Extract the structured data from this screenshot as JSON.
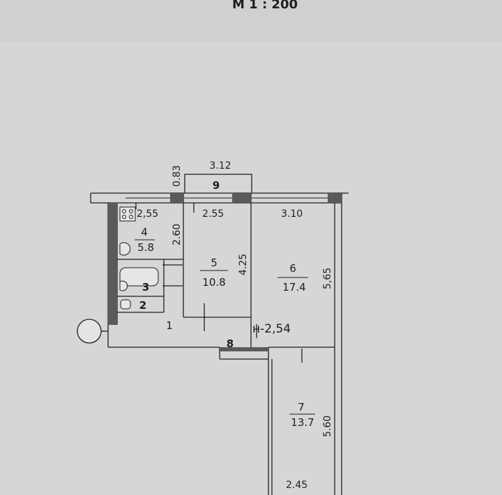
{
  "header": {
    "scale": "М 1 : 200"
  },
  "balcony": {
    "number": "9",
    "length": "3.12",
    "depth": "0.83"
  },
  "rooms": {
    "r1": {
      "number": "1"
    },
    "r2": {
      "number": "2"
    },
    "r3": {
      "number": "3"
    },
    "r4": {
      "number": "4",
      "area": "5.8"
    },
    "r5": {
      "number": "5",
      "area": "10.8"
    },
    "r6": {
      "number": "6",
      "area": "17.4"
    },
    "r7": {
      "number": "7",
      "area": "13.7"
    },
    "r8": {
      "number": "8"
    }
  },
  "dimensions": {
    "kitchen_width": "2,55",
    "kitchen_depth": "2.60",
    "room5_width": "2.55",
    "room5_depth": "4.25",
    "room6_width": "3.10",
    "room6_depth": "5,65",
    "room7_depth": "5.60",
    "room7_width": "2.45"
  },
  "height_note": "н-2,54",
  "colors": {
    "paper": "#d6d6d4",
    "ink": "#1e1e1e",
    "wall": "#5a5a5a"
  }
}
